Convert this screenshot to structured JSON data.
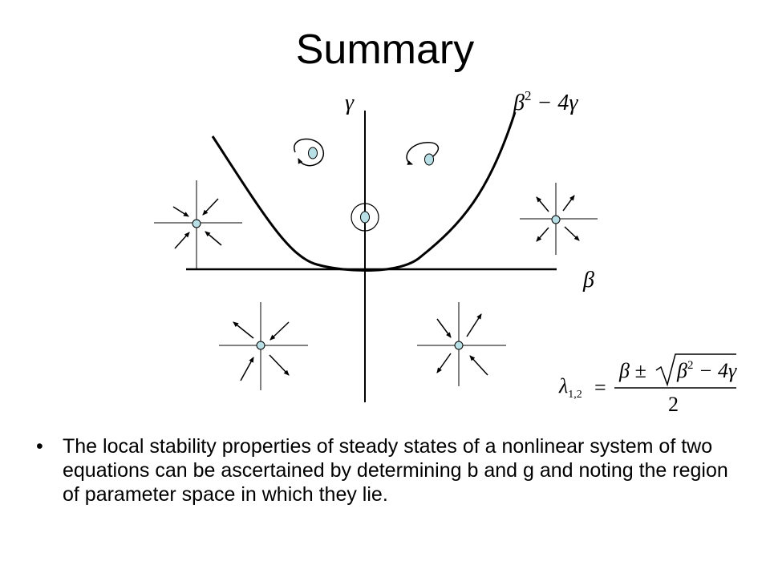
{
  "slide": {
    "title": "Summary",
    "bullet": "The local stability properties of steady states of a nonlinear system of two equations can be ascertained by determining b and g and noting the region of parameter space  in which they lie."
  },
  "diagram": {
    "gamma_axis_label": "γ",
    "beta_axis_label": "β",
    "curve_label": {
      "base": "β",
      "exp": "2",
      "rest": " − 4γ"
    },
    "formula": {
      "lhs": "λ",
      "lhs_sub": "1,2",
      "eq": "=",
      "numer_prefix": "β ±",
      "radicand_base": "β",
      "radicand_exp": "2",
      "radicand_rest": " − 4γ",
      "denom": "2"
    }
  },
  "colors": {
    "node_fill": "#b9dfe6",
    "ink": "#000000"
  }
}
